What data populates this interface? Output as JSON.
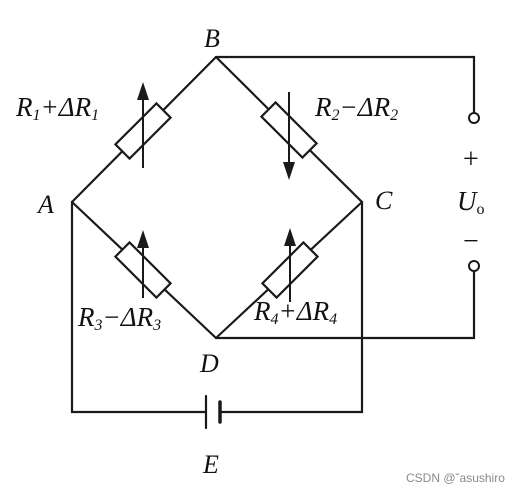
{
  "nodes": {
    "a": "A",
    "b": "B",
    "c": "C",
    "d": "D",
    "e": "E"
  },
  "resistors": {
    "r1": {
      "main": "R",
      "sub": "1",
      "op": "+ΔR",
      "op_sub": "1"
    },
    "r2": {
      "main": "R",
      "sub": "2",
      "op": "−ΔR",
      "op_sub": "2"
    },
    "r3": {
      "main": "R",
      "sub": "3",
      "op": "−ΔR",
      "op_sub": "3"
    },
    "r4": {
      "main": "R",
      "sub": "4",
      "op": "+ΔR",
      "op_sub": "4"
    }
  },
  "output": {
    "plus": "+",
    "minus": "−",
    "label": "U",
    "label_sub": "o"
  },
  "watermark": "CSDN @ˇasushiro"
}
